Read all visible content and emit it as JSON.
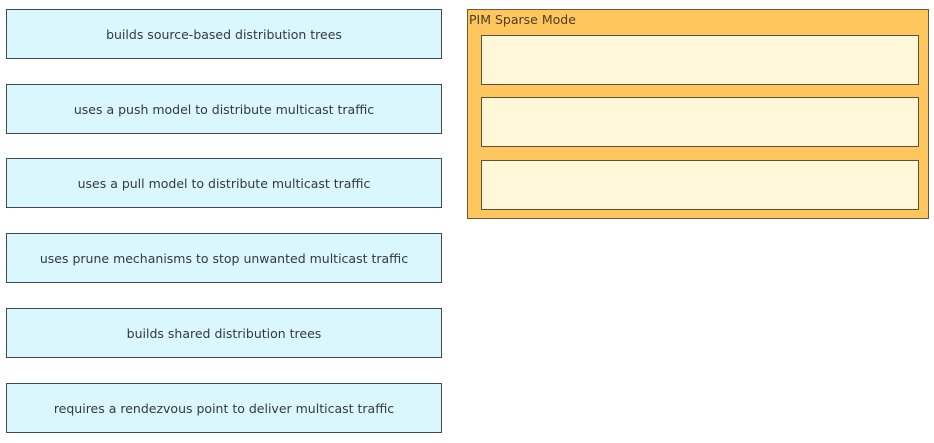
{
  "options": [
    {
      "label": "builds source-based distribution trees"
    },
    {
      "label": "uses a push model to distribute multicast traffic"
    },
    {
      "label": "uses a pull model to distribute multicast traffic"
    },
    {
      "label": "uses prune mechanisms to stop unwanted multicast traffic"
    },
    {
      "label": "builds shared distribution trees"
    },
    {
      "label": "requires a rendezvous point to deliver multicast traffic"
    }
  ],
  "target": {
    "title": "PIM Sparse Mode",
    "slots": [
      "",
      "",
      ""
    ]
  },
  "colors": {
    "option_bg": "#d9f7fc",
    "target_bg": "#fec65d",
    "slot_bg": "#fff8d8"
  }
}
